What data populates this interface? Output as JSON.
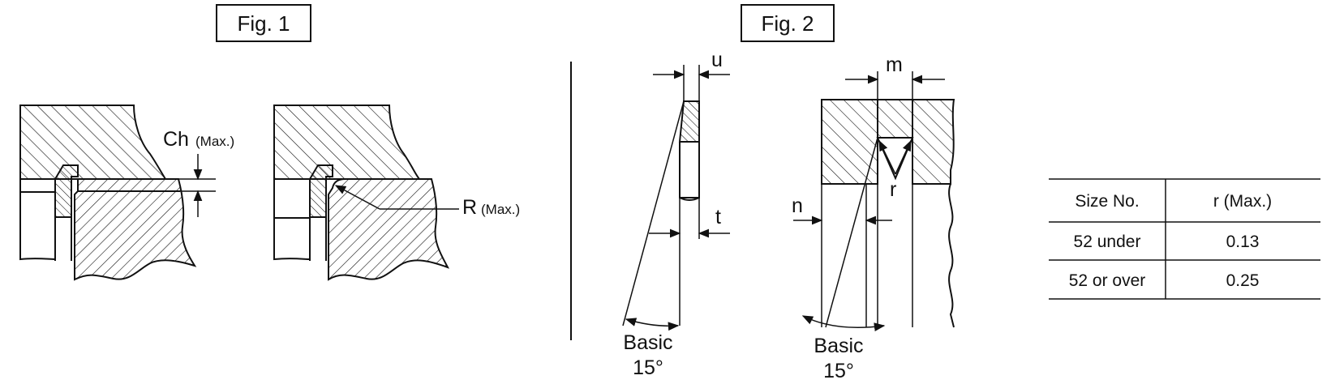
{
  "figures": {
    "fig1": {
      "title": "Fig. 1",
      "ch_label": "Ch",
      "ch_note": "(Max.)",
      "r_label": "R",
      "r_note": "(Max.)"
    },
    "fig2": {
      "title": "Fig. 2",
      "u_label": "u",
      "t_label": "t",
      "m_label": "m",
      "n_label": "n",
      "r_label": "r",
      "angle_word": "Basic",
      "angle_value": "15°"
    }
  },
  "table": {
    "headers": [
      "Size No.",
      "r (Max.)"
    ],
    "rows": [
      [
        "52 under",
        "0.13"
      ],
      [
        "52 or over",
        "0.25"
      ]
    ]
  }
}
